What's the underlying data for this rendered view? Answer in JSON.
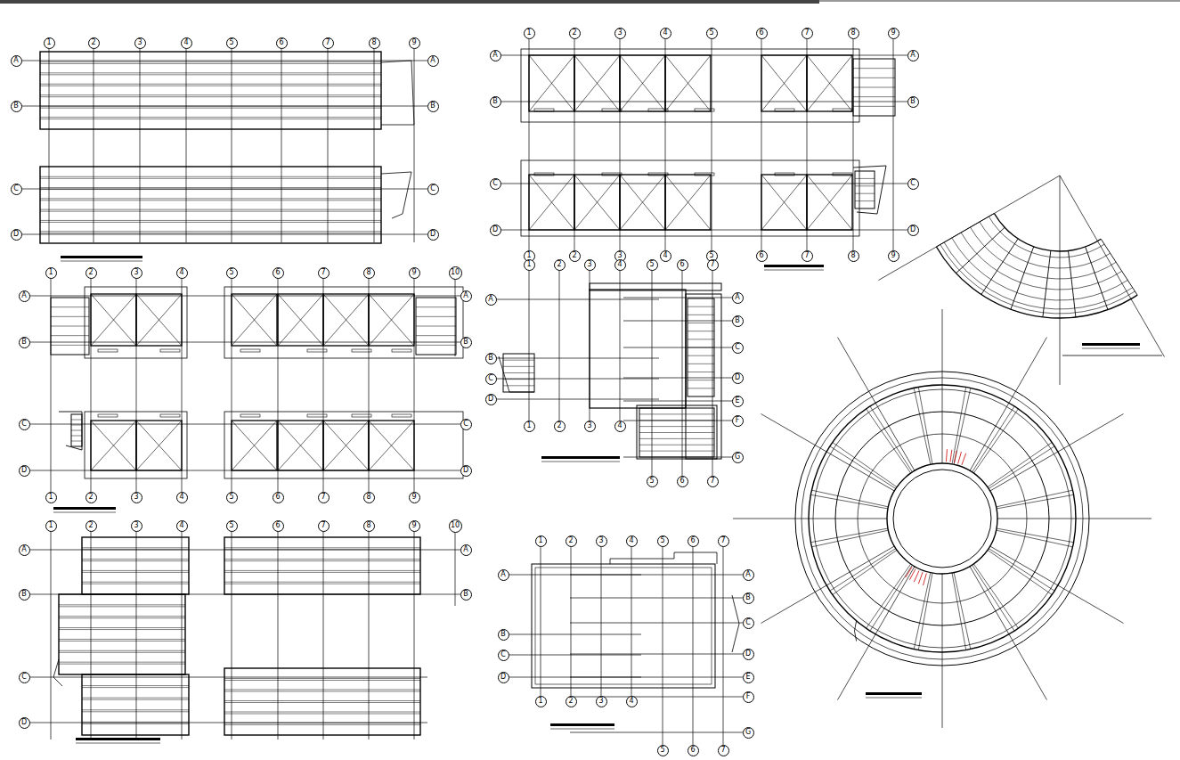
{
  "diagram": {
    "nodes": [
      {
        "text": [
          "1"
        ]
      },
      {
        "text": [
          "2"
        ]
      },
      {
        "text": [
          "3"
        ]
      },
      {
        "text": [
          "4"
        ]
      },
      {
        "text": [
          "5"
        ]
      },
      {
        "text": [
          "6"
        ]
      },
      {
        "text": [
          "7"
        ]
      },
      {
        "text": [
          "8"
        ]
      },
      {
        "text": [
          "9"
        ]
      },
      {
        "text": [
          "A"
        ]
      },
      {
        "text": [
          "B"
        ]
      },
      {
        "text": [
          "C"
        ]
      },
      {
        "text": [
          "D"
        ]
      },
      {
        "text": [
          "A"
        ]
      },
      {
        "text": [
          "B"
        ]
      },
      {
        "text": [
          "C"
        ]
      },
      {
        "text": [
          "D"
        ]
      },
      {
        "text": [
          "1"
        ]
      },
      {
        "text": [
          "2"
        ]
      },
      {
        "text": [
          "3"
        ]
      },
      {
        "text": [
          "4"
        ]
      },
      {
        "text": [
          "5"
        ]
      },
      {
        "text": [
          "6"
        ]
      },
      {
        "text": [
          "7"
        ]
      },
      {
        "text": [
          "8"
        ]
      },
      {
        "text": [
          "9"
        ]
      },
      {
        "text": [
          "A"
        ]
      },
      {
        "text": [
          "B"
        ]
      },
      {
        "text": [
          "C"
        ]
      },
      {
        "text": [
          "D"
        ]
      },
      {
        "text": [
          "A"
        ]
      },
      {
        "text": [
          "B"
        ]
      },
      {
        "text": [
          "C"
        ]
      },
      {
        "text": [
          "D"
        ]
      },
      {
        "text": [
          "1"
        ]
      },
      {
        "text": [
          "2"
        ]
      },
      {
        "text": [
          "3"
        ]
      },
      {
        "text": [
          "4"
        ]
      },
      {
        "text": [
          "5"
        ]
      },
      {
        "text": [
          "6"
        ]
      },
      {
        "text": [
          "7"
        ]
      },
      {
        "text": [
          "8"
        ]
      },
      {
        "text": [
          "9"
        ]
      },
      {
        "text": [
          "1"
        ]
      },
      {
        "text": [
          "2"
        ]
      },
      {
        "text": [
          "3"
        ]
      },
      {
        "text": [
          "4"
        ]
      },
      {
        "text": [
          "5"
        ]
      },
      {
        "text": [
          "6"
        ]
      },
      {
        "text": [
          "7"
        ]
      },
      {
        "text": [
          "8"
        ]
      },
      {
        "text": [
          "9"
        ]
      },
      {
        "text": [
          "10"
        ]
      },
      {
        "text": [
          "A"
        ]
      },
      {
        "text": [
          "B"
        ]
      },
      {
        "text": [
          "C"
        ]
      },
      {
        "text": [
          "D"
        ]
      },
      {
        "text": [
          "A"
        ]
      },
      {
        "text": [
          "B"
        ]
      },
      {
        "text": [
          "C"
        ]
      },
      {
        "text": [
          "D"
        ]
      },
      {
        "text": [
          "1"
        ]
      },
      {
        "text": [
          "2"
        ]
      },
      {
        "text": [
          "3"
        ]
      },
      {
        "text": [
          "4"
        ]
      },
      {
        "text": [
          "5"
        ]
      },
      {
        "text": [
          "6"
        ]
      },
      {
        "text": [
          "7"
        ]
      },
      {
        "text": [
          "8"
        ]
      },
      {
        "text": [
          "9"
        ]
      },
      {
        "text": [
          "1"
        ]
      },
      {
        "text": [
          "2"
        ]
      },
      {
        "text": [
          "3"
        ]
      },
      {
        "text": [
          "4"
        ]
      },
      {
        "text": [
          "5"
        ]
      },
      {
        "text": [
          "6"
        ]
      },
      {
        "text": [
          "7"
        ]
      },
      {
        "text": [
          "A"
        ]
      },
      {
        "text": [
          "B"
        ]
      },
      {
        "text": [
          "C"
        ]
      },
      {
        "text": [
          "D"
        ]
      },
      {
        "text": [
          "A"
        ]
      },
      {
        "text": [
          "B"
        ]
      },
      {
        "text": [
          "C"
        ]
      },
      {
        "text": [
          "D"
        ]
      },
      {
        "text": [
          "E"
        ]
      },
      {
        "text": [
          "F"
        ]
      },
      {
        "text": [
          "G"
        ]
      },
      {
        "text": [
          "1"
        ]
      },
      {
        "text": [
          "2"
        ]
      },
      {
        "text": [
          "3"
        ]
      },
      {
        "text": [
          "4"
        ]
      },
      {
        "text": [
          "5"
        ]
      },
      {
        "text": [
          "6"
        ]
      },
      {
        "text": [
          "7"
        ]
      },
      {
        "text": [
          "1"
        ]
      },
      {
        "text": [
          "2"
        ]
      },
      {
        "text": [
          "3"
        ]
      },
      {
        "text": [
          "4"
        ]
      },
      {
        "text": [
          "5"
        ]
      },
      {
        "text": [
          "6"
        ]
      },
      {
        "text": [
          "7"
        ]
      },
      {
        "text": [
          "8"
        ]
      },
      {
        "text": [
          "9"
        ]
      },
      {
        "text": [
          "10"
        ]
      },
      {
        "text": [
          "A"
        ]
      },
      {
        "text": [
          "B"
        ]
      },
      {
        "text": [
          "C"
        ]
      },
      {
        "text": [
          "D"
        ]
      },
      {
        "text": [
          "A"
        ]
      },
      {
        "text": [
          "B"
        ]
      },
      {
        "text": [
          "1"
        ]
      },
      {
        "text": [
          "2"
        ]
      },
      {
        "text": [
          "3"
        ]
      },
      {
        "text": [
          "4"
        ]
      },
      {
        "text": [
          "5"
        ]
      },
      {
        "text": [
          "6"
        ]
      },
      {
        "text": [
          "7"
        ]
      },
      {
        "text": [
          "A"
        ]
      },
      {
        "text": [
          "B"
        ]
      },
      {
        "text": [
          "C"
        ]
      },
      {
        "text": [
          "D"
        ]
      },
      {
        "text": [
          "A"
        ]
      },
      {
        "text": [
          "B"
        ]
      },
      {
        "text": [
          "C"
        ]
      },
      {
        "text": [
          "D"
        ]
      },
      {
        "text": [
          "E"
        ]
      },
      {
        "text": [
          "F"
        ]
      },
      {
        "text": [
          "G"
        ]
      },
      {
        "text": [
          "1"
        ]
      },
      {
        "text": [
          "2"
        ]
      },
      {
        "text": [
          "3"
        ]
      },
      {
        "text": [
          "4"
        ]
      },
      {
        "text": [
          "5"
        ]
      },
      {
        "text": [
          "6"
        ]
      },
      {
        "text": [
          "7"
        ]
      }
    ]
  }
}
